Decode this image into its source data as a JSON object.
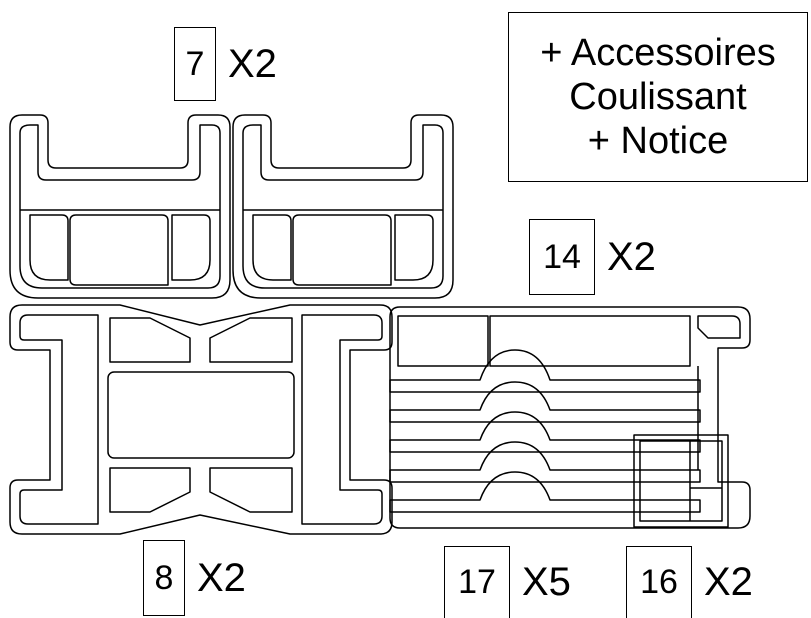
{
  "labels": {
    "p7": {
      "id": "7",
      "qty": "X2"
    },
    "p14": {
      "id": "14",
      "qty": "X2"
    },
    "p8": {
      "id": "8",
      "qty": "X2"
    },
    "p17": {
      "id": "17",
      "qty": "X5"
    },
    "p16": {
      "id": "16",
      "qty": "X2"
    }
  },
  "note": {
    "line1": "+ Accessoires",
    "line2": "Coulissant",
    "line3": "+ Notice"
  },
  "colors": {
    "stroke": "#000000",
    "background": "#ffffff"
  }
}
